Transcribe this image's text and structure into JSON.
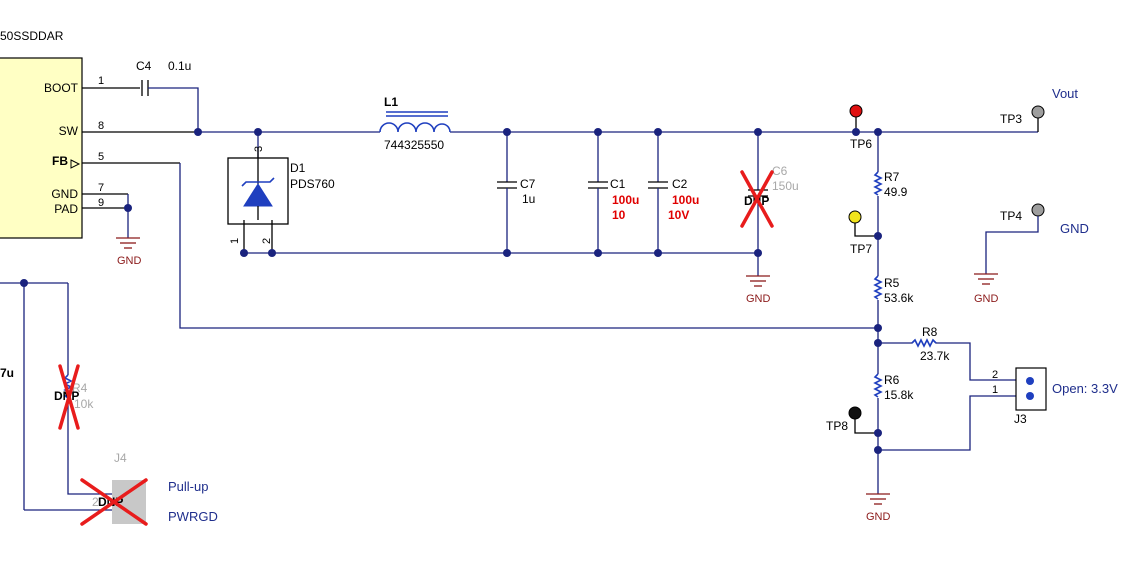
{
  "ic": {
    "part_fragment": "50SSDDAR",
    "pins": [
      {
        "name": "BOOT",
        "number": "1"
      },
      {
        "name": "SW",
        "number": "8"
      },
      {
        "name": "FB",
        "number": "5"
      },
      {
        "name": "GND",
        "number": "7"
      },
      {
        "name": "PAD",
        "number": "9"
      }
    ]
  },
  "components": {
    "c4": {
      "ref": "C4",
      "value": "0.1u"
    },
    "l1": {
      "ref": "L1",
      "value": "744325550"
    },
    "d1": {
      "ref": "D1",
      "value": "PDS760",
      "pin1": "1",
      "pin2": "2",
      "pin3": "3"
    },
    "c7": {
      "ref": "C7",
      "value": "1u"
    },
    "c1": {
      "ref": "C1",
      "value_a": "100u",
      "value_b": "10"
    },
    "c2": {
      "ref": "C2",
      "value_a": "100u",
      "value_b": "10V"
    },
    "c6": {
      "ref": "C6",
      "value": "150u",
      "dnp": "DNP"
    },
    "r7": {
      "ref": "R7",
      "value": "49.9"
    },
    "r5": {
      "ref": "R5",
      "value": "53.6k"
    },
    "r8": {
      "ref": "R8",
      "value": "23.7k"
    },
    "r6": {
      "ref": "R6",
      "value": "15.8k"
    },
    "r4": {
      "ref": "R4",
      "value": "10k",
      "dnp": "DNP"
    },
    "j3": {
      "ref": "J3",
      "pin2": "2",
      "pin1": "1",
      "label": "Open: 3.3V"
    },
    "j4": {
      "ref": "J4",
      "pin": "2",
      "dnp": "DNP",
      "label_pullup": "Pull-up",
      "label_pwrgd": "PWRGD"
    },
    "left_fragment": "7u"
  },
  "test_points": {
    "tp3": {
      "ref": "TP3",
      "net": "Vout",
      "color": "#9e9e9e"
    },
    "tp4": {
      "ref": "TP4",
      "net": "GND",
      "color": "#9e9e9e"
    },
    "tp6": {
      "ref": "TP6",
      "color": "#e01010"
    },
    "tp7": {
      "ref": "TP7",
      "color": "#f2e41c"
    },
    "tp8": {
      "ref": "TP8",
      "color": "#111111"
    }
  },
  "ground_label": "GND"
}
